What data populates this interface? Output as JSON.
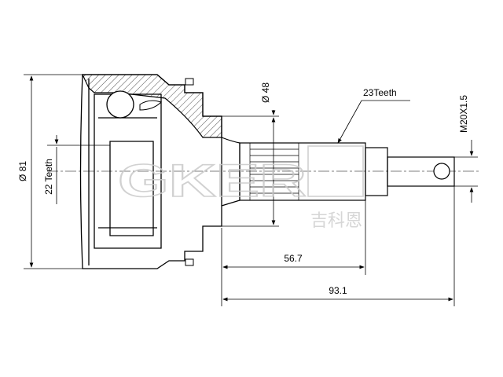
{
  "watermark": {
    "latin": "GKER",
    "chinese": "吉科恩"
  },
  "dimensions": {
    "outer_diameter": "Ø 81",
    "inner_teeth": "22 Teeth",
    "stem_diameter": "Ø 48",
    "outer_teeth": "23Teeth",
    "thread": "M20X1.5",
    "length_shaft": "56.7",
    "length_total": "93.1"
  },
  "colors": {
    "line": "#000000",
    "watermark": "#c9c9c9"
  }
}
